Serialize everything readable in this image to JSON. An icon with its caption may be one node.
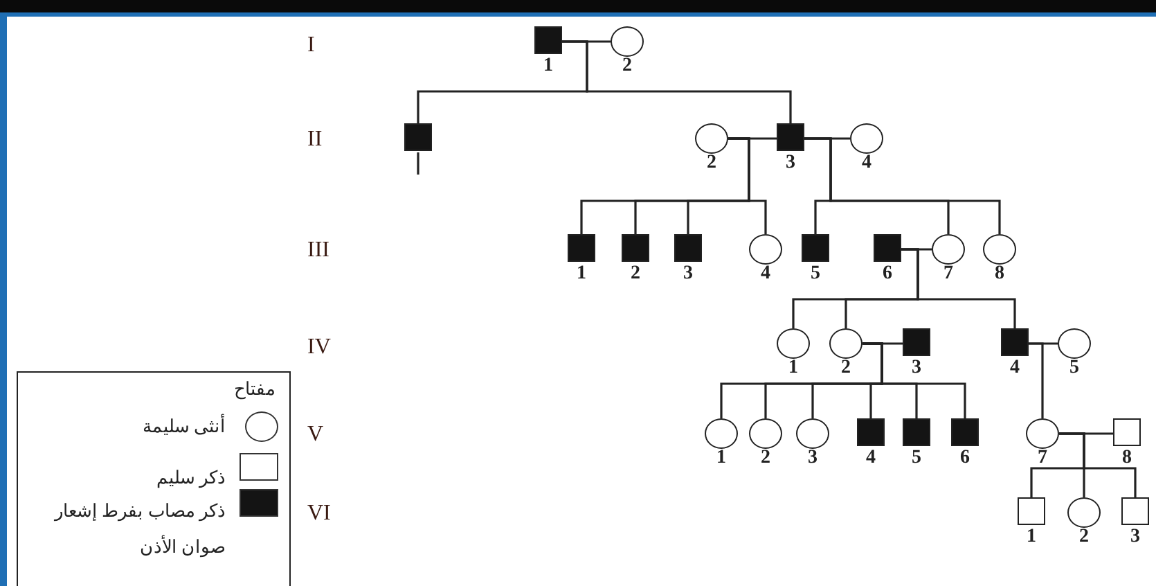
{
  "diagram": {
    "nodes": [
      {
        "text": [
          "1"
        ]
      },
      {
        "text": [
          "2"
        ]
      },
      {
        "text": [],
        "shape": "box"
      },
      {
        "text": [
          "2"
        ]
      },
      {
        "text": [
          "3"
        ]
      },
      {
        "text": [
          "4"
        ]
      },
      {
        "text": [
          "1"
        ]
      },
      {
        "text": [
          "2"
        ]
      },
      {
        "text": [
          "3"
        ]
      },
      {
        "text": [
          "4"
        ]
      },
      {
        "text": [
          "5"
        ]
      },
      {
        "text": [
          "6"
        ]
      },
      {
        "text": [
          "7"
        ]
      },
      {
        "text": [
          "8"
        ]
      },
      {
        "text": [
          "1"
        ]
      },
      {
        "text": [
          "2"
        ]
      },
      {
        "text": [
          "3"
        ]
      },
      {
        "text": [
          "4"
        ]
      },
      {
        "text": [
          "5"
        ]
      },
      {
        "text": [
          "1"
        ]
      },
      {
        "text": [
          "2"
        ]
      },
      {
        "text": [
          "3"
        ]
      },
      {
        "text": [
          "4"
        ]
      },
      {
        "text": [
          "5"
        ]
      },
      {
        "text": [
          "6"
        ]
      },
      {
        "text": [
          "7"
        ]
      },
      {
        "text": [
          "8"
        ]
      },
      {
        "text": [
          "1"
        ]
      },
      {
        "text": [
          "2"
        ]
      },
      {
        "text": [
          "3"
        ]
      }
    ],
    "edges": [
      {
        "from": 0,
        "to": 1,
        "arrow": "none"
      },
      {
        "from": 0,
        "to": 2,
        "arrow": "none"
      },
      {
        "from": 0,
        "to": 4,
        "arrow": "none"
      },
      {
        "from": 2,
        "to": null,
        "arrow": "none"
      },
      {
        "from": 3,
        "to": 4,
        "arrow": "none"
      },
      {
        "from": 4,
        "to": 5,
        "arrow": "none"
      },
      {
        "from": 3,
        "to": 6,
        "arrow": "none"
      },
      {
        "from": 3,
        "to": 7,
        "arrow": "none"
      },
      {
        "from": 3,
        "to": 8,
        "arrow": "none"
      },
      {
        "from": 3,
        "to": 9,
        "arrow": "none"
      },
      {
        "from": 4,
        "to": 10,
        "arrow": "none"
      },
      {
        "from": 4,
        "to": 12,
        "arrow": "none"
      },
      {
        "from": 4,
        "to": 13,
        "arrow": "none"
      },
      {
        "from": 11,
        "to": 12,
        "arrow": "none"
      },
      {
        "from": 11,
        "to": 14,
        "arrow": "none"
      },
      {
        "from": 11,
        "to": 15,
        "arrow": "none"
      },
      {
        "from": 11,
        "to": 17,
        "arrow": "none"
      },
      {
        "from": 15,
        "to": 16,
        "arrow": "none"
      },
      {
        "from": 17,
        "to": 18,
        "arrow": "none"
      },
      {
        "from": 15,
        "to": 19,
        "arrow": "none"
      },
      {
        "from": 15,
        "to": 20,
        "arrow": "none"
      },
      {
        "from": 15,
        "to": 21,
        "arrow": "none"
      },
      {
        "from": 15,
        "to": 22,
        "arrow": "none"
      },
      {
        "from": 15,
        "to": 23,
        "arrow": "none"
      },
      {
        "from": 15,
        "to": 24,
        "arrow": "none"
      },
      {
        "from": 17,
        "to": 25,
        "arrow": "none"
      },
      {
        "from": 25,
        "to": 26,
        "arrow": "none"
      },
      {
        "from": 25,
        "to": 27,
        "arrow": "none"
      },
      {
        "from": 25,
        "to": 28,
        "arrow": "none"
      },
      {
        "from": 25,
        "to": 29,
        "arrow": "none"
      }
    ],
    "labels": [
      "I",
      "II",
      "III",
      "IV",
      "V",
      "VI",
      "مفتاح"
    ],
    "legend": [
      {
        "text": "أنثى سليمة"
      },
      {
        "text": "ذكر سليم"
      },
      {
        "text": "ذكر مصاب بفرط إشعار صوان الأذن"
      }
    ]
  }
}
